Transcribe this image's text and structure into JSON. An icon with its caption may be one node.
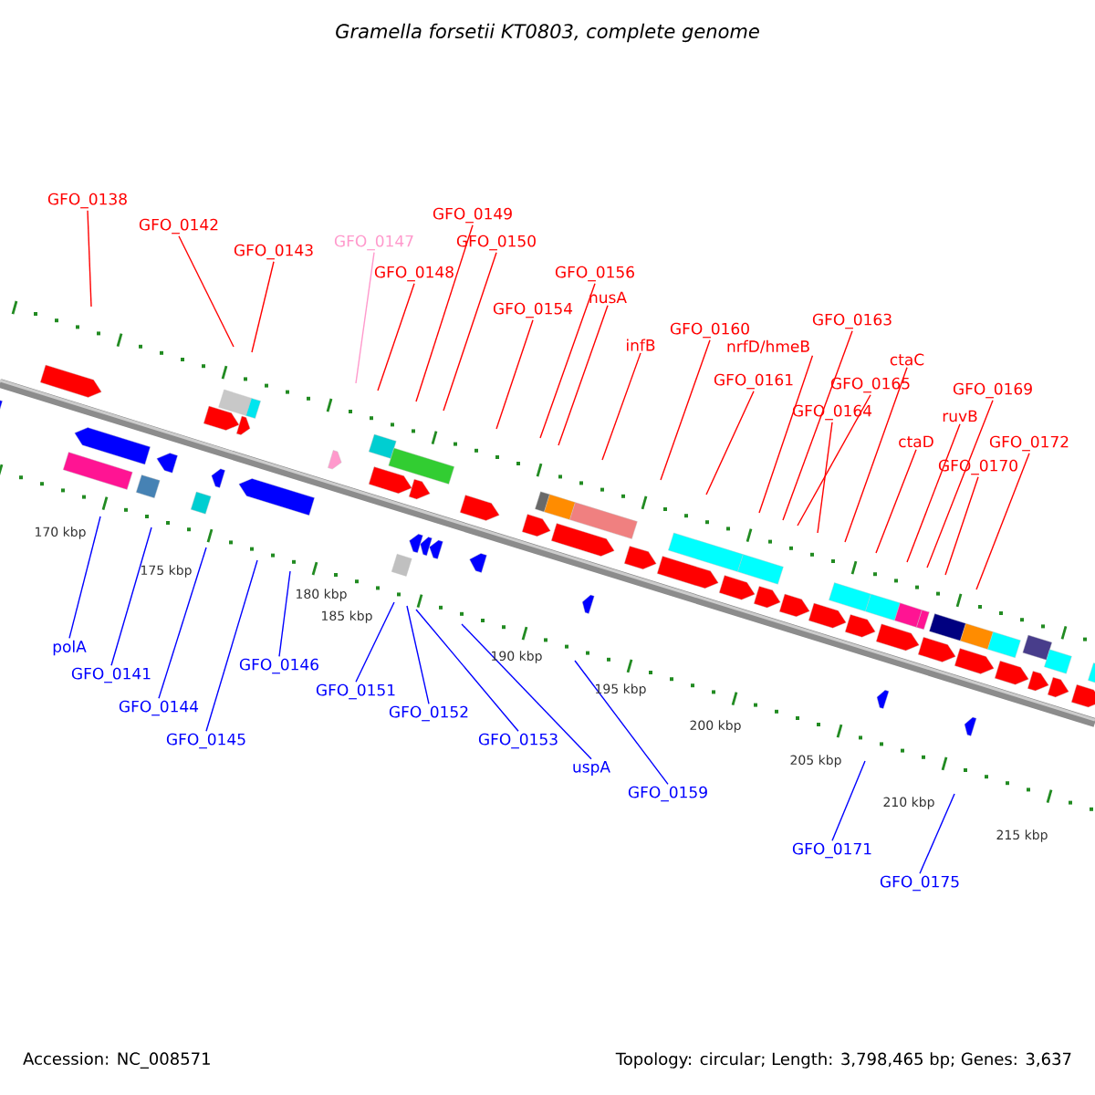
{
  "diagram": {
    "title": "Gramella forsetii KT0803, complete genome",
    "nodes": [
      {
        "text": [
          "GFO_0138"
        ]
      },
      {
        "text": [
          "GFO_0142"
        ]
      },
      {
        "text": [
          "GFO_0143"
        ]
      },
      {
        "text": [
          "GFO_0147"
        ]
      },
      {
        "text": [
          "GFO_0149"
        ]
      },
      {
        "text": [
          "GFO_0148"
        ]
      },
      {
        "text": [
          "GFO_0150"
        ]
      },
      {
        "text": [
          "GFO_0156"
        ]
      },
      {
        "text": [
          "nusA"
        ]
      },
      {
        "text": [
          "GFO_0154"
        ]
      },
      {
        "text": [
          "infB"
        ]
      },
      {
        "text": [
          "GFO_0160"
        ]
      },
      {
        "text": [
          "GFO_0161"
        ]
      },
      {
        "text": [
          "nrfD/hmeB"
        ]
      },
      {
        "text": [
          "GFO_0163"
        ]
      },
      {
        "text": [
          "GFO_0165"
        ]
      },
      {
        "text": [
          "GFO_0164"
        ]
      },
      {
        "text": [
          "ctaC"
        ]
      },
      {
        "text": [
          "ctaD"
        ]
      },
      {
        "text": [
          "GFO_0169"
        ]
      },
      {
        "text": [
          "ruvB"
        ]
      },
      {
        "text": [
          "GFO_0172"
        ]
      },
      {
        "text": [
          "GFO_0170"
        ]
      },
      {
        "text": [
          "polA"
        ]
      },
      {
        "text": [
          "GFO_0141"
        ]
      },
      {
        "text": [
          "GFO_0144"
        ]
      },
      {
        "text": [
          "GFO_0145"
        ]
      },
      {
        "text": [
          "GFO_0146"
        ]
      },
      {
        "text": [
          "GFO_0151"
        ]
      },
      {
        "text": [
          "GFO_0152"
        ]
      },
      {
        "text": [
          "GFO_0153"
        ]
      },
      {
        "text": [
          "uspA"
        ]
      },
      {
        "text": [
          "GFO_0159"
        ]
      },
      {
        "text": [
          "GFO_0171"
        ]
      },
      {
        "text": [
          "GFO_0175"
        ]
      }
    ],
    "edges": [
      {
        "from": 0,
        "to": null,
        "arrow": "none"
      },
      {
        "from": 1,
        "to": null,
        "arrow": "none"
      },
      {
        "from": 2,
        "to": null,
        "arrow": "none"
      },
      {
        "from": 3,
        "to": null,
        "arrow": "none",
        "color": "#ff99cc"
      },
      {
        "from": 4,
        "to": null,
        "arrow": "none"
      },
      {
        "from": 5,
        "to": null,
        "arrow": "none"
      },
      {
        "from": 6,
        "to": null,
        "arrow": "none"
      },
      {
        "from": 7,
        "to": null,
        "arrow": "none"
      },
      {
        "from": 8,
        "to": null,
        "arrow": "none"
      },
      {
        "from": 9,
        "to": null,
        "arrow": "none"
      },
      {
        "from": 10,
        "to": null,
        "arrow": "none"
      },
      {
        "from": 11,
        "to": null,
        "arrow": "none"
      },
      {
        "from": 12,
        "to": null,
        "arrow": "none"
      },
      {
        "from": 13,
        "to": null,
        "arrow": "none"
      },
      {
        "from": 14,
        "to": null,
        "arrow": "none"
      },
      {
        "from": 15,
        "to": null,
        "arrow": "none"
      },
      {
        "from": 16,
        "to": null,
        "arrow": "none"
      },
      {
        "from": 17,
        "to": null,
        "arrow": "none"
      },
      {
        "from": 18,
        "to": null,
        "arrow": "none"
      },
      {
        "from": 19,
        "to": null,
        "arrow": "none"
      },
      {
        "from": 20,
        "to": null,
        "arrow": "none"
      },
      {
        "from": 21,
        "to": null,
        "arrow": "none"
      },
      {
        "from": 22,
        "to": null,
        "arrow": "none"
      },
      {
        "from": 23,
        "to": null,
        "arrow": "none",
        "color": "#0000ff"
      },
      {
        "from": 24,
        "to": null,
        "arrow": "none",
        "color": "#0000ff"
      },
      {
        "from": 25,
        "to": null,
        "arrow": "none",
        "color": "#0000ff"
      },
      {
        "from": 26,
        "to": null,
        "arrow": "none",
        "color": "#0000ff"
      },
      {
        "from": 27,
        "to": null,
        "arrow": "none",
        "color": "#0000ff"
      },
      {
        "from": 28,
        "to": null,
        "arrow": "none",
        "color": "#0000ff"
      },
      {
        "from": 29,
        "to": null,
        "arrow": "none",
        "color": "#0000ff"
      },
      {
        "from": 30,
        "to": null,
        "arrow": "none",
        "color": "#0000ff"
      },
      {
        "from": 31,
        "to": null,
        "arrow": "none",
        "color": "#0000ff"
      },
      {
        "from": 32,
        "to": null,
        "arrow": "none",
        "color": "#0000ff"
      },
      {
        "from": 33,
        "to": null,
        "arrow": "none",
        "color": "#0000ff"
      },
      {
        "from": 34,
        "to": null,
        "arrow": "none",
        "color": "#0000ff"
      }
    ],
    "labels": [
      "170 kbp",
      "175 kbp",
      "180 kbp",
      "185 kbp",
      "190 kbp",
      "195 kbp",
      "200 kbp",
      "205 kbp",
      "210 kbp",
      "215 kbp",
      "Accession: NC_008571",
      "Topology: circular; Length: 3,798,465 bp; Genes: 3,637"
    ]
  }
}
